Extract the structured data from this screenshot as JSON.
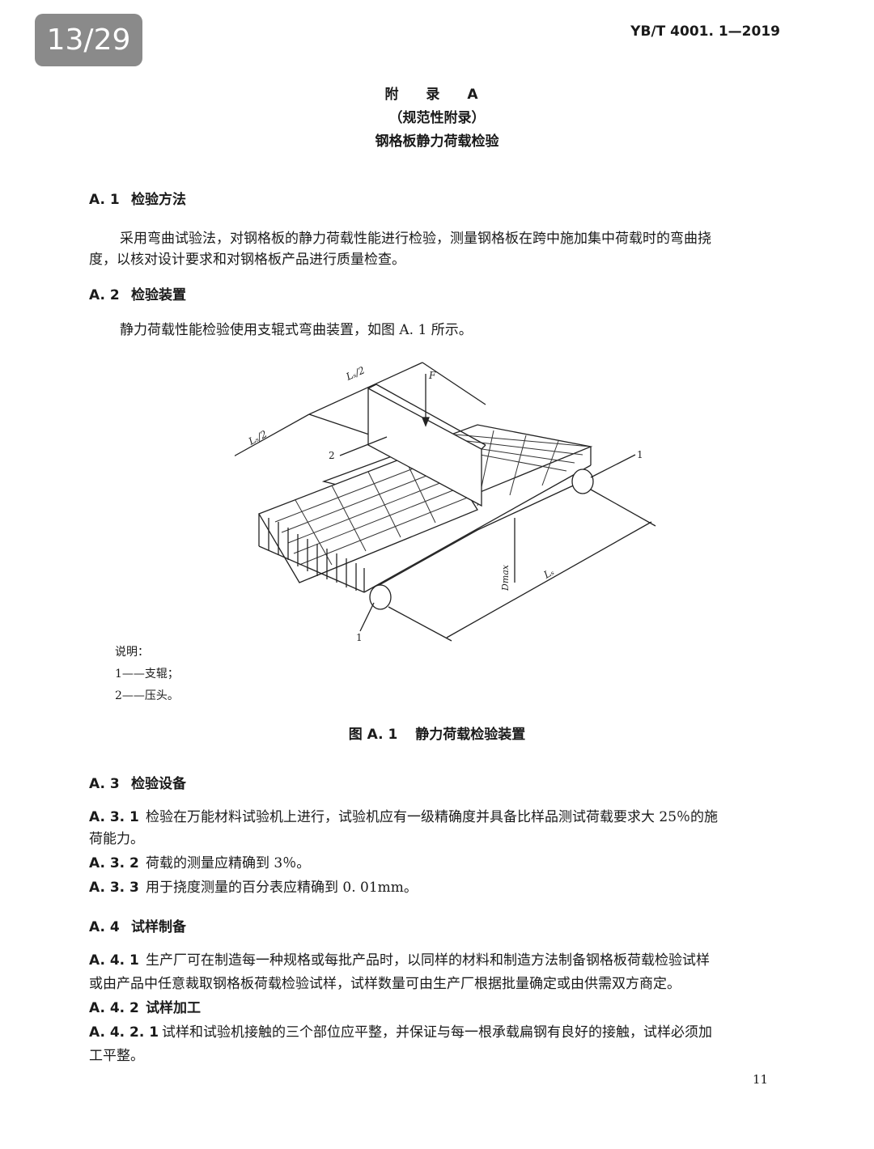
{
  "viewer": {
    "page_indicator": "13/29"
  },
  "header": {
    "standard_code": "YB/T 4001. 1—2019"
  },
  "title": {
    "line1": "附 录 A",
    "line2": "（规范性附录）",
    "line3": "钢格板静力荷载检验"
  },
  "sections": {
    "a1": {
      "num": "A. 1",
      "title": "检验方法"
    },
    "a1_p1": "采用弯曲试验法，对钢格板的静力荷载性能进行检验，测量钢格板在跨中施加集中荷载时的弯曲挠",
    "a1_p2": "度，以核对设计要求和对钢格板产品进行质量检查。",
    "a2": {
      "num": "A. 2",
      "title": "检验装置"
    },
    "a2_p1": "静力荷载性能检验使用支辊式弯曲装置，如图 A. 1 所示。",
    "a3": {
      "num": "A. 3",
      "title": "检验设备"
    },
    "a31": {
      "num": "A. 3. 1",
      "text1": "检验在万能材料试验机上进行，试验机应有一级精确度并具备比样品测试荷载要求大 25％的施",
      "text2": "荷能力。"
    },
    "a32": {
      "num": "A. 3. 2",
      "text": "荷载的测量应精确到 3％。"
    },
    "a33": {
      "num": "A. 3. 3",
      "text": "用于挠度测量的百分表应精确到 0. 01mm。"
    },
    "a4": {
      "num": "A. 4",
      "title": "试样制备"
    },
    "a41": {
      "num": "A. 4. 1",
      "text1": "生产厂可在制造每一种规格或每批产品时，以同样的材料和制造方法制备钢格板荷载检验试样",
      "text2": "或由产品中任意裁取钢格板荷载检验试样，试样数量可由生产厂根据批量确定或由供需双方商定。"
    },
    "a42": {
      "num": "A. 4. 2",
      "title": "试样加工"
    },
    "a421": {
      "num": "A. 4. 2. 1",
      "text1": "试样和试验机接触的三个部位应平整，并保证与每一根承载扁钢有良好的接触，试样必须加",
      "text2": "工平整。"
    }
  },
  "figure": {
    "labels": {
      "half_span_top": "Lₛ/2",
      "half_span_left": "Lₛ/2",
      "force": "F",
      "span": "Lₛ",
      "dmax": "Dmax",
      "n1a": "1",
      "n1b": "1",
      "n2": "2"
    },
    "legend_title": "说明：",
    "legend_1": "1——支辊；",
    "legend_2": "2——压头。",
    "caption_num": "图 A. 1",
    "caption_title": "静力荷载检验装置"
  },
  "footer": {
    "page_number": "11"
  }
}
